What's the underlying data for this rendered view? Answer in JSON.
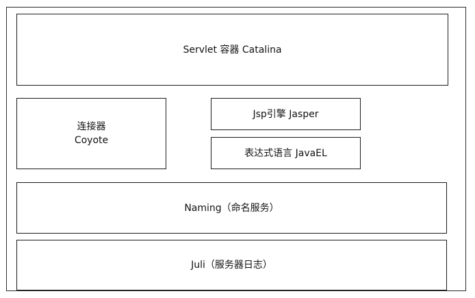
{
  "diagram": {
    "catalina": "Servlet 容器 Catalina",
    "coyote": {
      "line1": "连接器",
      "line2": "Coyote"
    },
    "jasper": "Jsp引擎 Jasper",
    "javael": "表达式语言 JavaEL",
    "naming": "Naming（命名服务）",
    "juli": "Juli（服务器日志）"
  }
}
